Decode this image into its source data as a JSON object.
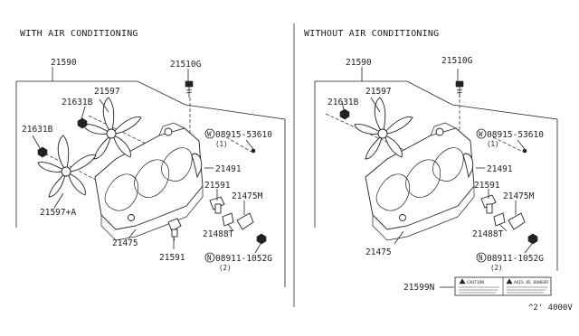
{
  "sections": {
    "left_title": "WITH AIR CONDITIONING",
    "right_title": "WITHOUT AIR CONDITIONING"
  },
  "left_labels": {
    "p21590": "21590",
    "p21510g": "21510G",
    "p21631b_upper": "21631B",
    "p21597": "21597",
    "p21631b_lower": "21631B",
    "p08915_code": "08915-53610",
    "p08915_qty": "(1)",
    "p21491": "21491",
    "p21591_upper": "21591",
    "p21475m": "21475M",
    "p21488t": "21488T",
    "p21597a": "21597+A",
    "p21475": "21475",
    "p21591_lower": "21591",
    "p08911_code": "08911-1052G",
    "p08911_qty": "(2)"
  },
  "right_labels": {
    "p21590": "21590",
    "p21510g": "21510G",
    "p21631b": "21631B",
    "p21597": "21597",
    "p08915_code": "08915-53610",
    "p08915_qty": "(1)",
    "p21491": "21491",
    "p21591": "21591",
    "p21475m": "21475M",
    "p21488t": "21488T",
    "p21475": "21475",
    "p08911_code": "08911-1052G",
    "p08911_qty": "(2)",
    "p21599n": "21599N"
  },
  "prefixes": {
    "w": "W",
    "n": "N"
  },
  "caution_label": {
    "left": "CAUTION",
    "right": "AVIS DE DANGER"
  },
  "footer": {
    "diagram_code": "^2' 4000V"
  }
}
